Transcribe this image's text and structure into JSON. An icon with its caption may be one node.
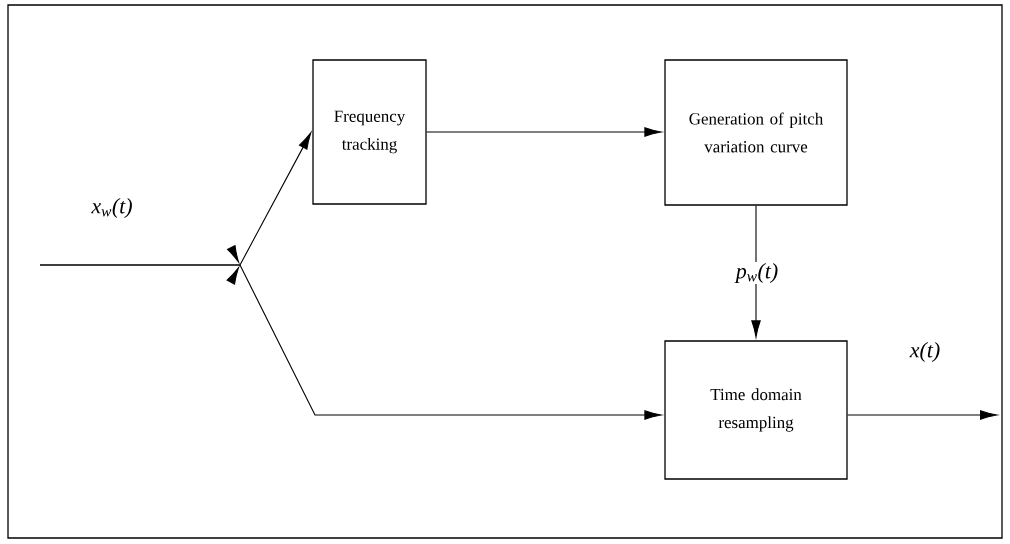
{
  "diagram": {
    "nodes": [
      {
        "text": [
          "Frequency tracking"
        ]
      },
      {
        "text": [
          "Generation of pitch variation curve"
        ]
      },
      {
        "text": [
          "Time domain resampling"
        ]
      }
    ],
    "edges": [
      {
        "from": null,
        "to": 0,
        "arrow": "to"
      },
      {
        "from": null,
        "to": 2,
        "arrow": "to"
      },
      {
        "from": 0,
        "to": 1,
        "arrow": "to"
      },
      {
        "from": 1,
        "to": 2,
        "arrow": "to",
        "label": "p$_{w}$(t)"
      },
      {
        "from": 2,
        "to": null,
        "arrow": "to",
        "label": "x(t)"
      }
    ],
    "labels": [
      "x$_{w}$(t)"
    ]
  }
}
